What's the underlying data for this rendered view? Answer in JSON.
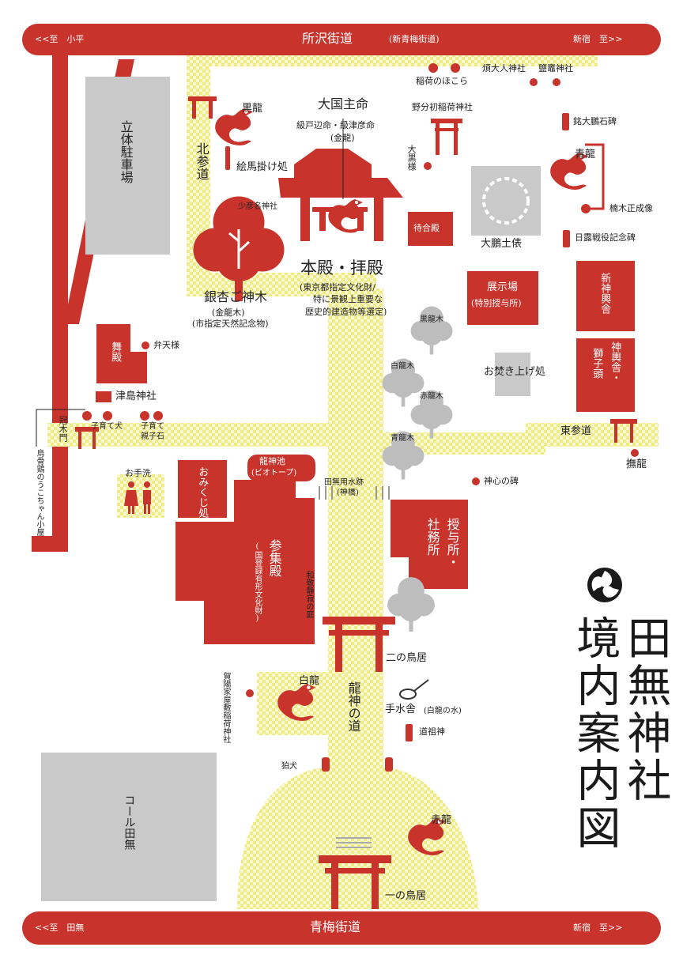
{
  "map_title": {
    "shrine": "田無神社",
    "subtitle": "境内案内図"
  },
  "roads": {
    "top": {
      "name": "所沢街道",
      "sub": "(新青梅街道)",
      "left": "<<至　小平",
      "right": "新宿　至>>"
    },
    "bottom": {
      "name": "青梅街道",
      "left": "<<至　田無",
      "right": "新宿　至>>"
    }
  },
  "buildings": {
    "parking": "立体駐車場",
    "main_hall": {
      "name": "本殿・拝殿",
      "note1": "(東京都指定文化財/",
      "note2": "特に景観上重要な",
      "note3": "歴史的建造物等選定)"
    },
    "deity": {
      "main": "大国主命",
      "sub": "級戸辺命・級津彦命",
      "note": "(金龍)"
    },
    "waiting": "待合殿",
    "sumo_ring": "大鵬土俵",
    "exhibit": {
      "name": "展示場",
      "note": "(特別授与所)"
    },
    "new_mikoshi": "新神輿舎",
    "mikoshi_shishi": {
      "col1": "神輿舎・",
      "col2": "獅子頭"
    },
    "bonfire": "お焚き上げ処",
    "dance_hall": "舞殿",
    "tsushima": "津島神社",
    "omikuji": "おみくじ処",
    "sanshuden": {
      "name": "参集殿",
      "note": "(国登録有形文化財)"
    },
    "juyosho": {
      "col1": "授与所・",
      "col2": "社務所"
    },
    "coal": "コール田無",
    "pond": {
      "name": "龍神池",
      "note": "(ビオトープ)"
    },
    "toilet": "お手洗"
  },
  "points": {
    "black_dragon": "黒龍",
    "north_approach": "北参道",
    "ema": "絵馬掛け処",
    "sukunahikona": "少彦名神社",
    "ginkgo": {
      "name": "銀杏ご神木",
      "note1": "(金龍木)",
      "note2": "(市指定天然記念物)"
    },
    "inari_hokora": "稲荷のほこら",
    "noburi": "野分初稲荷神社",
    "hotaijin": "煩大人神社",
    "shiogama": "鹽竈神社",
    "daikoku": "大黒様",
    "taiho_stone": "銘大鵬石碑",
    "blue_dragon": "青龍",
    "kusunoki": "楠木正成像",
    "war_memorial": "日露戦役記念碑",
    "benten": "弁天様",
    "kabukimon": "冠木門",
    "ukochan": "烏骨鶏のうこちゃん小屋",
    "kosodate_inu": "子育て犬",
    "kosodate_oyako": {
      "line1": "子育て",
      "line2": "親子石"
    },
    "black_tree": "黒龍木",
    "white_tree": "白龍木",
    "red_tree": "赤龍木",
    "blue_tree": "青龍木",
    "east_approach": "東参道",
    "nade_ryu": "撫龍",
    "shinshin": "神心の碑",
    "water_trace": {
      "name": "田無用水跡",
      "note": "(神橋)"
    },
    "wakei_garden": "和敬静寂の庭",
    "second_torii": "二の鳥居",
    "white_dragon": "白龍",
    "kayoke": "賀陽家屋敷稲荷神社",
    "temizuya": {
      "name": "手水舎",
      "note": "(白龍の水)"
    },
    "dosojin": "道祖神",
    "komainu": "狛犬",
    "dragon_road": "龍神の道",
    "red_dragon": "赤龍",
    "first_torii": "一の鳥居"
  },
  "colors": {
    "accent": "#c8332c",
    "path": "#f6f3a8",
    "gray": "#c9c9c9",
    "tree": "#bdbdbd",
    "ink": "#1a1a1a"
  }
}
